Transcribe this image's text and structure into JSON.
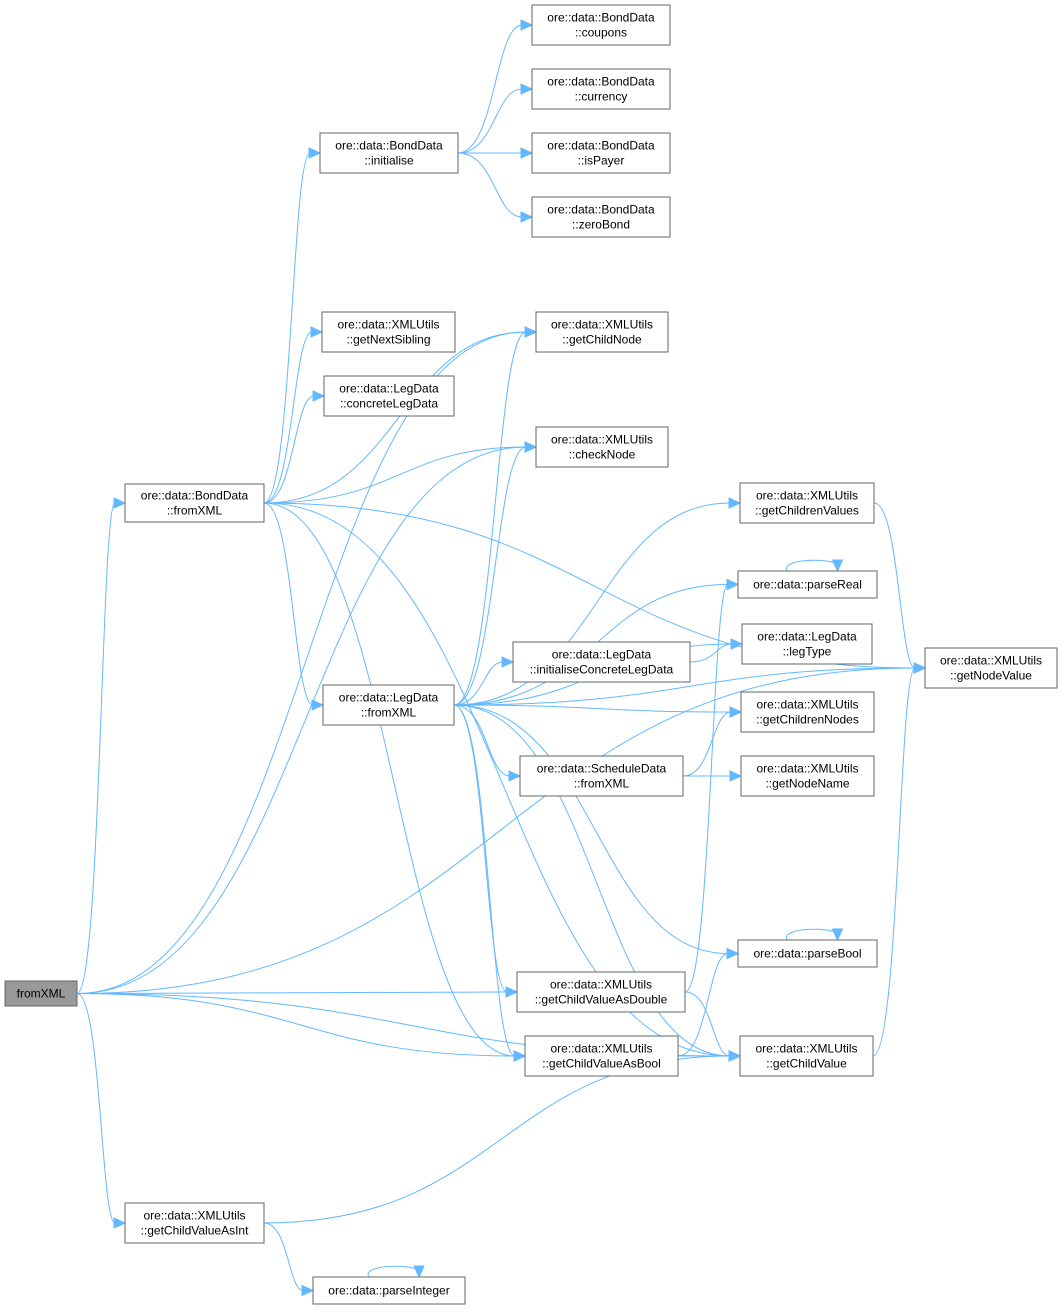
{
  "title": "fromXML call graph",
  "colors": {
    "edge": "#63b8ff",
    "root_fill": "#999999",
    "node_border": "#666666"
  },
  "nodes": [
    {
      "id": 0,
      "lines": [
        "fromXML"
      ],
      "root": true
    },
    {
      "id": 1,
      "lines": [
        "ore::data::BondData",
        "::fromXML"
      ]
    },
    {
      "id": 2,
      "lines": [
        "ore::data::BondData",
        "::initialise"
      ]
    },
    {
      "id": 3,
      "lines": [
        "ore::data::BondData",
        "::coupons"
      ]
    },
    {
      "id": 4,
      "lines": [
        "ore::data::BondData",
        "::currency"
      ]
    },
    {
      "id": 5,
      "lines": [
        "ore::data::BondData",
        "::isPayer"
      ]
    },
    {
      "id": 6,
      "lines": [
        "ore::data::BondData",
        "::zeroBond"
      ]
    },
    {
      "id": 7,
      "lines": [
        "ore::data::XMLUtils",
        "::getNextSibling"
      ]
    },
    {
      "id": 8,
      "lines": [
        "ore::data::XMLUtils",
        "::getChildNode"
      ]
    },
    {
      "id": 9,
      "lines": [
        "ore::data::LegData",
        "::concreteLegData"
      ]
    },
    {
      "id": 10,
      "lines": [
        "ore::data::XMLUtils",
        "::checkNode"
      ]
    },
    {
      "id": 11,
      "lines": [
        "ore::data::XMLUtils",
        "::getChildrenValues"
      ]
    },
    {
      "id": 12,
      "lines": [
        "ore::data::parseReal"
      ]
    },
    {
      "id": 13,
      "lines": [
        "ore::data::LegData",
        "::legType"
      ]
    },
    {
      "id": 14,
      "lines": [
        "ore::data::XMLUtils",
        "::getNodeValue"
      ]
    },
    {
      "id": 15,
      "lines": [
        "ore::data::LegData",
        "::fromXML"
      ]
    },
    {
      "id": 16,
      "lines": [
        "ore::data::LegData",
        "::initialiseConcreteLegData"
      ]
    },
    {
      "id": 17,
      "lines": [
        "ore::data::XMLUtils",
        "::getChildrenNodes"
      ]
    },
    {
      "id": 18,
      "lines": [
        "ore::data::ScheduleData",
        "::fromXML"
      ]
    },
    {
      "id": 19,
      "lines": [
        "ore::data::XMLUtils",
        "::getNodeName"
      ]
    },
    {
      "id": 20,
      "lines": [
        "ore::data::parseBool"
      ]
    },
    {
      "id": 21,
      "lines": [
        "ore::data::XMLUtils",
        "::getChildValueAsDouble"
      ]
    },
    {
      "id": 22,
      "lines": [
        "ore::data::XMLUtils",
        "::getChildValueAsBool"
      ]
    },
    {
      "id": 23,
      "lines": [
        "ore::data::XMLUtils",
        "::getChildValue"
      ]
    },
    {
      "id": 24,
      "lines": [
        "ore::data::XMLUtils",
        "::getChildValueAsInt"
      ]
    },
    {
      "id": 25,
      "lines": [
        "ore::data::parseInteger"
      ]
    }
  ],
  "edges": [
    [
      0,
      1
    ],
    [
      0,
      8
    ],
    [
      0,
      14
    ],
    [
      0,
      10
    ],
    [
      0,
      21
    ],
    [
      0,
      22
    ],
    [
      0,
      23
    ],
    [
      0,
      24
    ],
    [
      1,
      2
    ],
    [
      1,
      7
    ],
    [
      1,
      8
    ],
    [
      1,
      9
    ],
    [
      1,
      10
    ],
    [
      1,
      14
    ],
    [
      1,
      15
    ],
    [
      1,
      22
    ],
    [
      1,
      23
    ],
    [
      2,
      3
    ],
    [
      2,
      4
    ],
    [
      2,
      5
    ],
    [
      2,
      6
    ],
    [
      15,
      8
    ],
    [
      15,
      10
    ],
    [
      15,
      11
    ],
    [
      15,
      12
    ],
    [
      15,
      13
    ],
    [
      15,
      16
    ],
    [
      15,
      17
    ],
    [
      15,
      18
    ],
    [
      15,
      14
    ],
    [
      15,
      20
    ],
    [
      15,
      21
    ],
    [
      15,
      22
    ],
    [
      15,
      23
    ],
    [
      16,
      13
    ],
    [
      18,
      17
    ],
    [
      18,
      19
    ],
    [
      11,
      14
    ],
    [
      12,
      12
    ],
    [
      20,
      20
    ],
    [
      21,
      12
    ],
    [
      21,
      23
    ],
    [
      22,
      20
    ],
    [
      22,
      23
    ],
    [
      23,
      14
    ],
    [
      24,
      23
    ],
    [
      24,
      25
    ],
    [
      25,
      25
    ]
  ]
}
